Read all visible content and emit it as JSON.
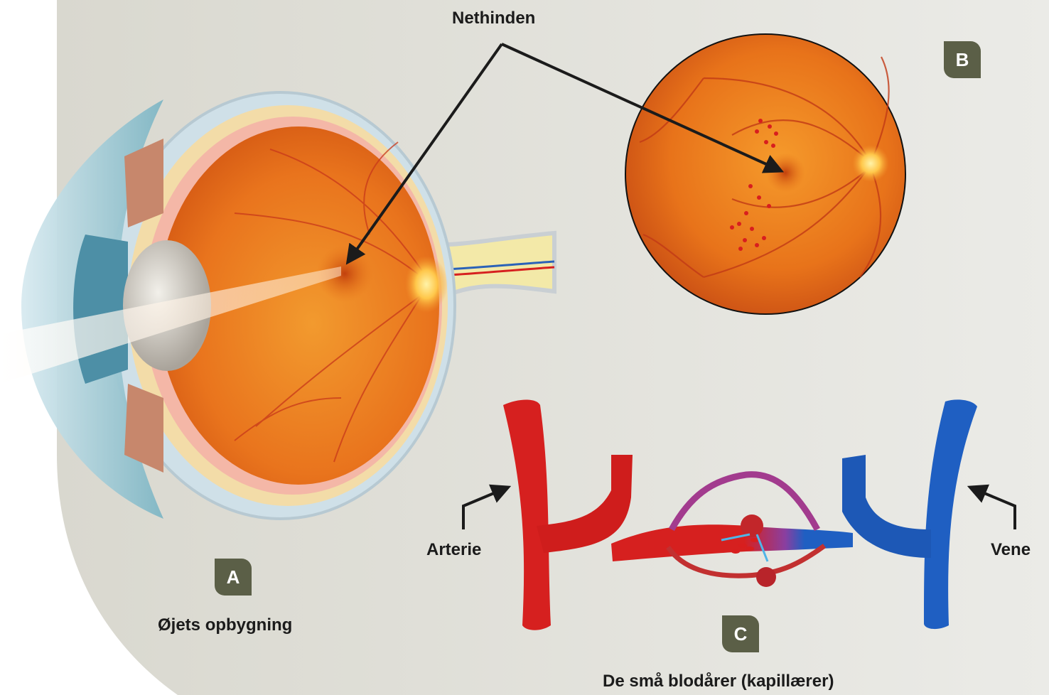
{
  "labels": {
    "retina": "Nethinden",
    "eye_structure": "Øjets opbygning",
    "artery": "Arterie",
    "vein": "Vene",
    "capillaries": "De små blodårer (kapillærer)"
  },
  "badges": {
    "a": "A",
    "b": "B",
    "c": "C"
  },
  "colors": {
    "background_panel": "#e4e3dc",
    "badge": "#5b5f47",
    "artery": "#d6201f",
    "vein": "#1f5fc2",
    "retina_orange": "#ef7a17"
  }
}
